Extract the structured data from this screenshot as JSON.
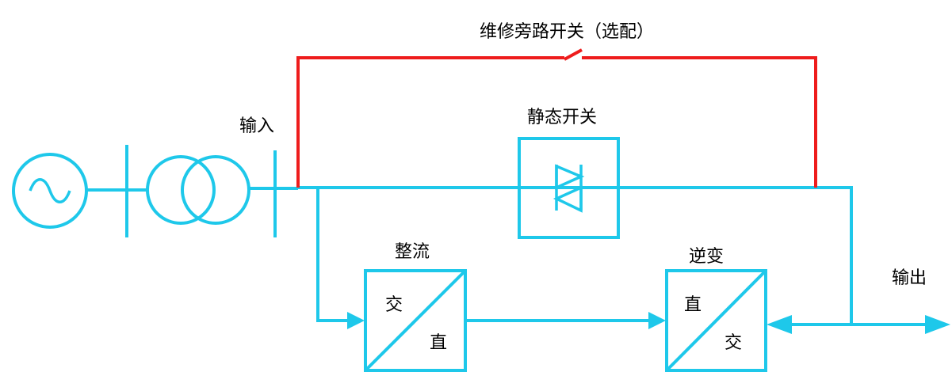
{
  "labels": {
    "bypass_switch": "维修旁路开关（选配）",
    "static_switch": "静态开关",
    "input": "输入",
    "rectifier": "整流",
    "inverter": "逆变",
    "output": "输出",
    "rectifier_ac": "交",
    "rectifier_dc": "直",
    "inverter_dc": "直",
    "inverter_ac": "交"
  },
  "colors": {
    "line": "#1ec8ea",
    "bypass": "#ee1c1c",
    "text": "#000000"
  },
  "icons": {
    "source": "ac-source-icon",
    "transformer": "transformer-icon",
    "static_switch": "thyristor-pair-icon",
    "bypass_switch": "open-switch-icon"
  }
}
